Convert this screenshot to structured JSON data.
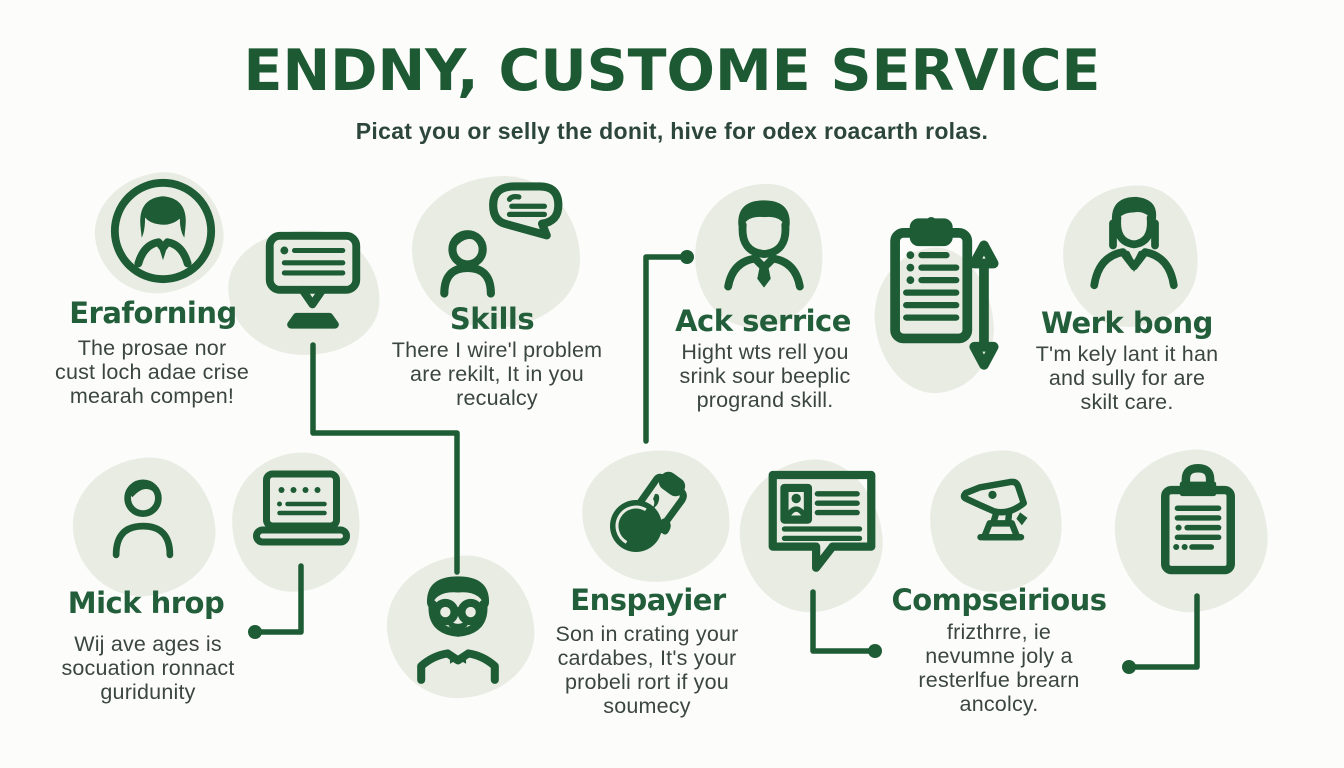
{
  "header": {
    "title": "ENDNY, CUSTOME SERVICE",
    "subtitle": "Picat you or selly the donit, hive for odex roacarth rolas."
  },
  "palette": {
    "title_green": "#1d5a33",
    "heading_green": "#235e3b",
    "body_text": "#3b463f",
    "icon_green": "#1d5c34",
    "blob_sage": "#e9ece3",
    "background": "#fcfcfb"
  },
  "sections": {
    "eraforning": {
      "heading": "Eraforning",
      "body": [
        "The prosae nor",
        "cust loch adae crise",
        "mearah compen!"
      ],
      "icon": "woman-avatar-circle-icon"
    },
    "skills": {
      "heading": "Skills",
      "body": [
        "There I wire'l problem",
        "are rekilt, It in you",
        "recualcy"
      ],
      "icon": "person-chat-icon"
    },
    "ack_serrice": {
      "heading": "Ack serrice",
      "body": [
        "Hight wts rell you",
        "srink sour beeplic",
        "progrand skill."
      ],
      "icon": "man-tie-icon"
    },
    "werk_bong": {
      "heading": "Werk bong",
      "body": [
        "T'm kely lant it han",
        "and sully for are",
        "skilt care."
      ],
      "icon": "support-woman-icon"
    },
    "mick_hrop": {
      "heading": "Mick hrop",
      "body": [
        "Wij ave ages is",
        "socuation ronnact",
        "guridunity"
      ],
      "icon": "person-icon"
    },
    "enspayier": {
      "heading": "Enspayier",
      "body": [
        "Son in crating your",
        "cardabes, It's your",
        "probeli rort if you",
        "soumecy"
      ],
      "icon": "money-tag-icon"
    },
    "compseirious": {
      "heading": "Compseirious",
      "body": [
        "frizthrre, ie",
        "nevumne joly a",
        "resterlfue brearn",
        "ancolcy."
      ],
      "icon": "bird-icon"
    }
  },
  "standalone_icons": [
    "sign-board-icon",
    "clipboard-pencil-icon",
    "laptop-icon",
    "glasses-man-icon",
    "idcard-bubble-icon",
    "clipboard-lock-icon"
  ]
}
